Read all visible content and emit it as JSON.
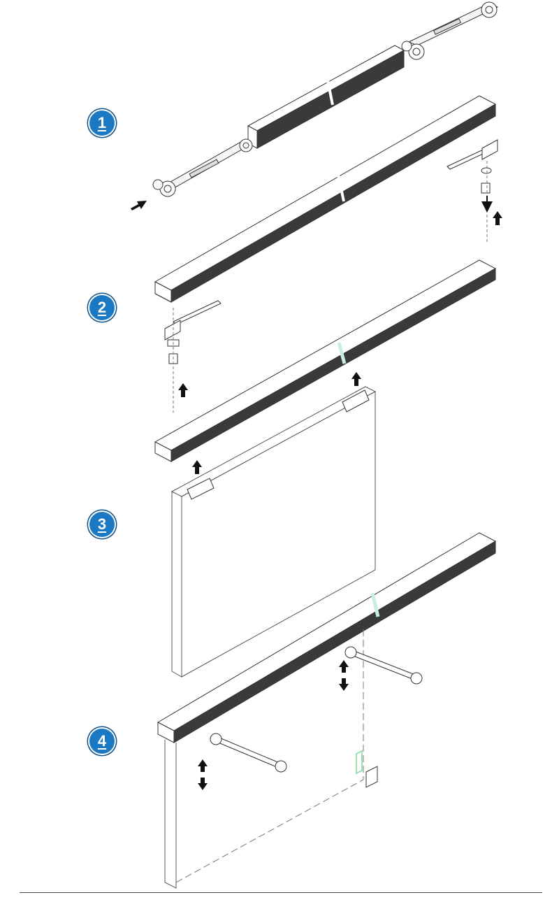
{
  "steps": [
    {
      "number": "1"
    },
    {
      "number": "2"
    },
    {
      "number": "3"
    },
    {
      "number": "4"
    }
  ],
  "colors": {
    "badge": "#1b78c2",
    "brush_strip": "#3a3a3a",
    "highlight": "#9ee0b3"
  },
  "icons": [
    "push-arrow-icon",
    "up-arrow-icon",
    "up-down-arrow-icon",
    "wrench-icon"
  ]
}
